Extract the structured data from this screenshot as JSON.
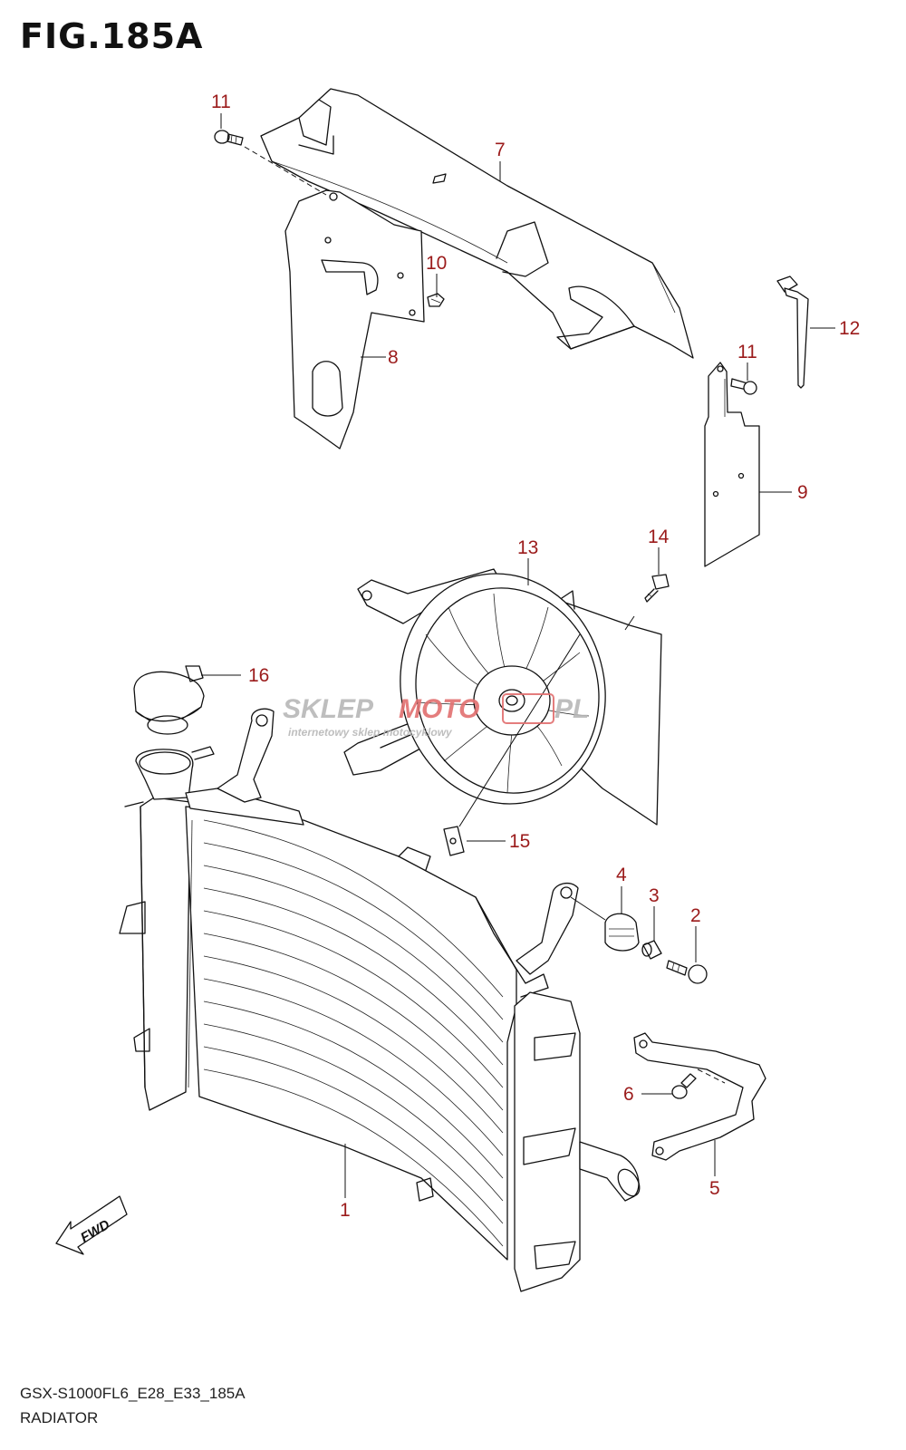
{
  "figure": {
    "title": "FIG.185A",
    "code": "GSX-S1000FL6_E28_E33_185A",
    "name": "RADIATOR"
  },
  "callouts": [
    {
      "id": "1",
      "label": "1"
    },
    {
      "id": "2",
      "label": "2"
    },
    {
      "id": "3",
      "label": "3"
    },
    {
      "id": "4",
      "label": "4"
    },
    {
      "id": "5",
      "label": "5"
    },
    {
      "id": "6",
      "label": "6"
    },
    {
      "id": "7",
      "label": "7"
    },
    {
      "id": "8",
      "label": "8"
    },
    {
      "id": "9",
      "label": "9"
    },
    {
      "id": "10",
      "label": "10"
    },
    {
      "id": "11a",
      "label": "11"
    },
    {
      "id": "11b",
      "label": "11"
    },
    {
      "id": "12",
      "label": "12"
    },
    {
      "id": "13",
      "label": "13"
    },
    {
      "id": "14",
      "label": "14"
    },
    {
      "id": "15",
      "label": "15"
    },
    {
      "id": "16",
      "label": "16"
    }
  ],
  "fwd_arrow": {
    "label": "FWD"
  },
  "watermark": {
    "brand_a": "SKLEP",
    "brand_b": "MOTO",
    "brand_c": "PL",
    "tagline": "internetowy sklep motocyklowy"
  },
  "colors": {
    "callout": "#9b1b1b",
    "line": "#111111",
    "watermark_red": "#d43a3a",
    "watermark_gray": "#b8b8b8"
  }
}
